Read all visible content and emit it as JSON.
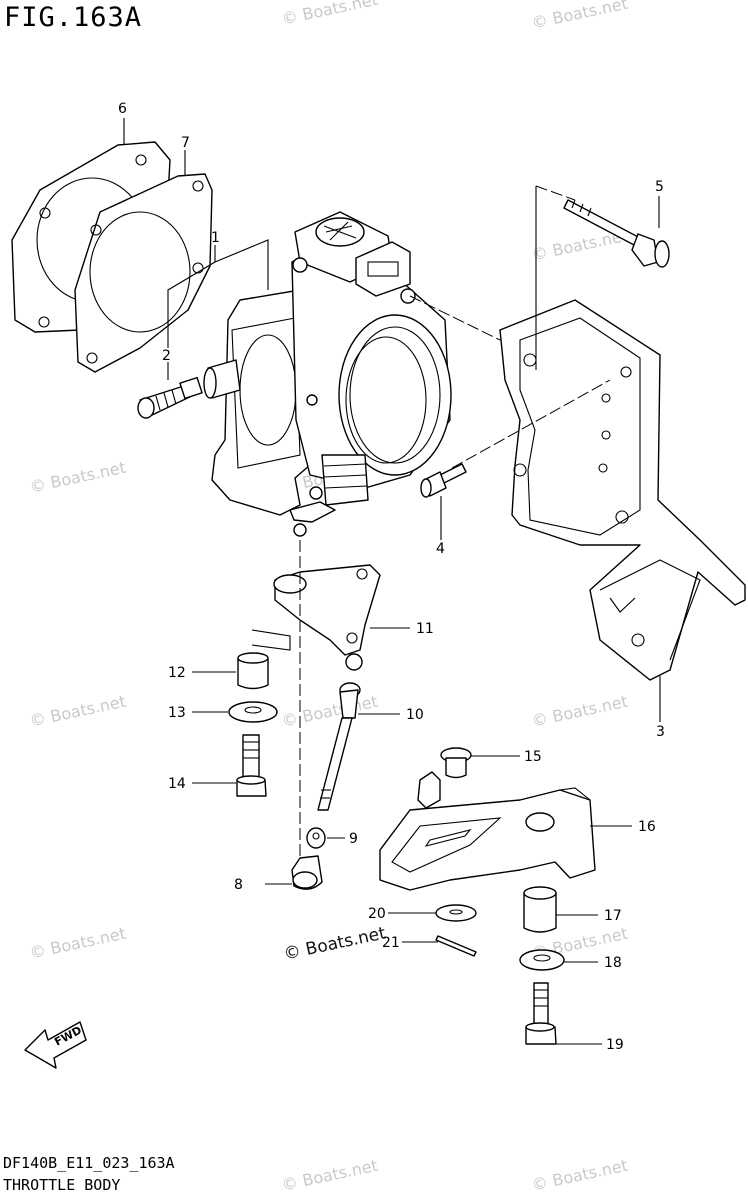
{
  "figure_title": "FIG.163A",
  "footer_code": "DF140B_E11_023_163A",
  "footer_name": "THROTTLE BODY",
  "watermark_text": "© Boats.net",
  "fwd_label": "FWD",
  "callouts": [
    "1",
    "2",
    "3",
    "4",
    "5",
    "6",
    "7",
    "8",
    "9",
    "10",
    "11",
    "12",
    "13",
    "14",
    "15",
    "16",
    "17",
    "18",
    "19",
    "20",
    "21"
  ]
}
